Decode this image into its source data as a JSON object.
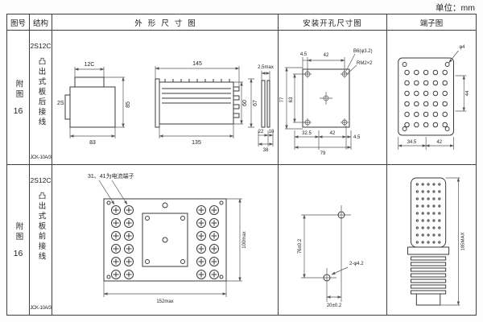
{
  "unit_label": "单位：mm",
  "headers": {
    "col1": "图号",
    "col2": "结构",
    "col3": "外形尺寸图",
    "col4": "安装开孔尺寸图",
    "col5": "端子图"
  },
  "row1": {
    "fig_label": "附图",
    "fig_num": "16",
    "model": "2S12C",
    "mount_type": "凸出式板后接线",
    "product": "JCK-10A/3",
    "outline": {
      "d12c": "12C",
      "d2s": "2S",
      "d83": "83",
      "d85": "85",
      "d145": "145",
      "d135": "135",
      "d67": "67",
      "d60": "60",
      "d25max": "2.5max",
      "d22": "22",
      "d10": "10",
      "d38": "38"
    },
    "mounting": {
      "d45a": "4.5",
      "d42a": "42",
      "b6": "B6(φ3.2)",
      "rm2": "RM2×2",
      "d77": "77",
      "d63": "63",
      "d325": "32.5",
      "d42b": "42",
      "d45b": "4.5",
      "d79": "79"
    },
    "terminal": {
      "phi4": "φ4",
      "d345": "34.5",
      "d42": "42",
      "d44": "44"
    }
  },
  "row2": {
    "fig_label": "附图",
    "fig_num": "16",
    "model": "2S12C",
    "mount_type": "凸出式板前接线",
    "product": "JCK-10A/3",
    "outline": {
      "note": "31、41为电流端子",
      "d152": "152max",
      "d100": "100max"
    },
    "mounting": {
      "d76": "76±0.2",
      "phi42": "2-φ4.2",
      "d20": "20±0.2"
    },
    "terminal": {
      "d185": "185MAX"
    }
  }
}
